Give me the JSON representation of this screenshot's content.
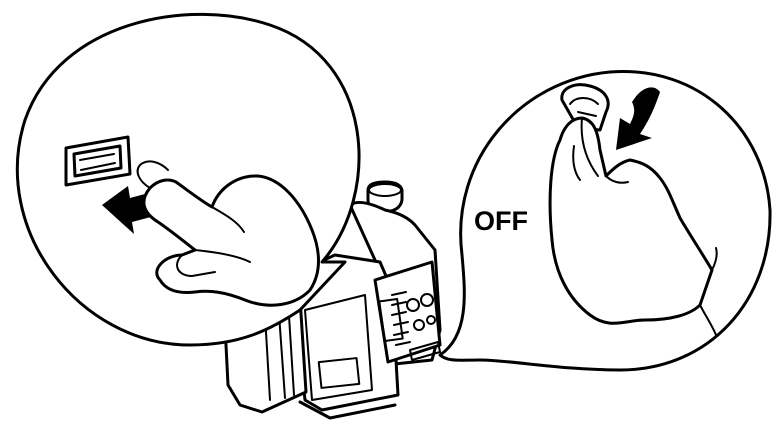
{
  "diagram": {
    "off_label": "OFF",
    "ink_color": "#000000",
    "background_color": "#ffffff",
    "parts": [
      "generator-body",
      "main-switch-callout",
      "fuel-valve-callout",
      "push-arrow",
      "turn-arrow"
    ]
  }
}
